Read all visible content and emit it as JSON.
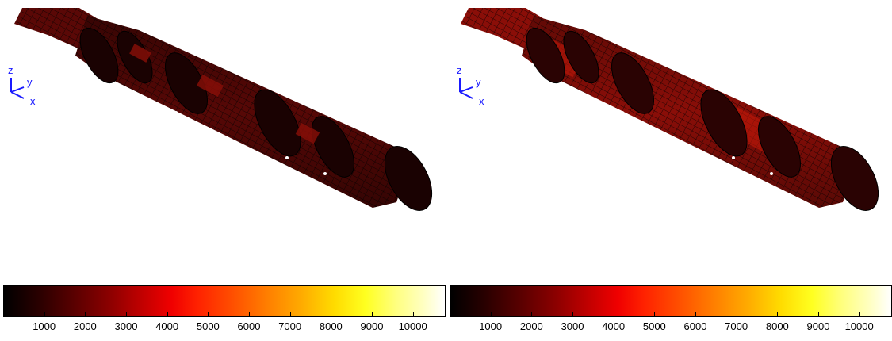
{
  "panels": [
    {
      "id": "left",
      "axes": {
        "z": "z",
        "y": "y",
        "x": "x"
      },
      "colorbar": {
        "ticks": [
          "1000",
          "2000",
          "3000",
          "4000",
          "5000",
          "6000",
          "7000",
          "8000",
          "9000",
          "10000"
        ],
        "min": 0,
        "max": 10800
      }
    },
    {
      "id": "right",
      "axes": {
        "z": "z",
        "y": "y",
        "x": "x"
      },
      "colorbar": {
        "ticks": [
          "1000",
          "2000",
          "3000",
          "4000",
          "5000",
          "6000",
          "7000",
          "8000",
          "9000",
          "10000"
        ],
        "min": 0,
        "max": 10800
      }
    }
  ],
  "colors": {
    "axis_triad": "#1a1aff",
    "mesh_dark": "#2a0505",
    "mesh_mid": "#6a0a05",
    "mesh_hot": "#c81a0a"
  }
}
